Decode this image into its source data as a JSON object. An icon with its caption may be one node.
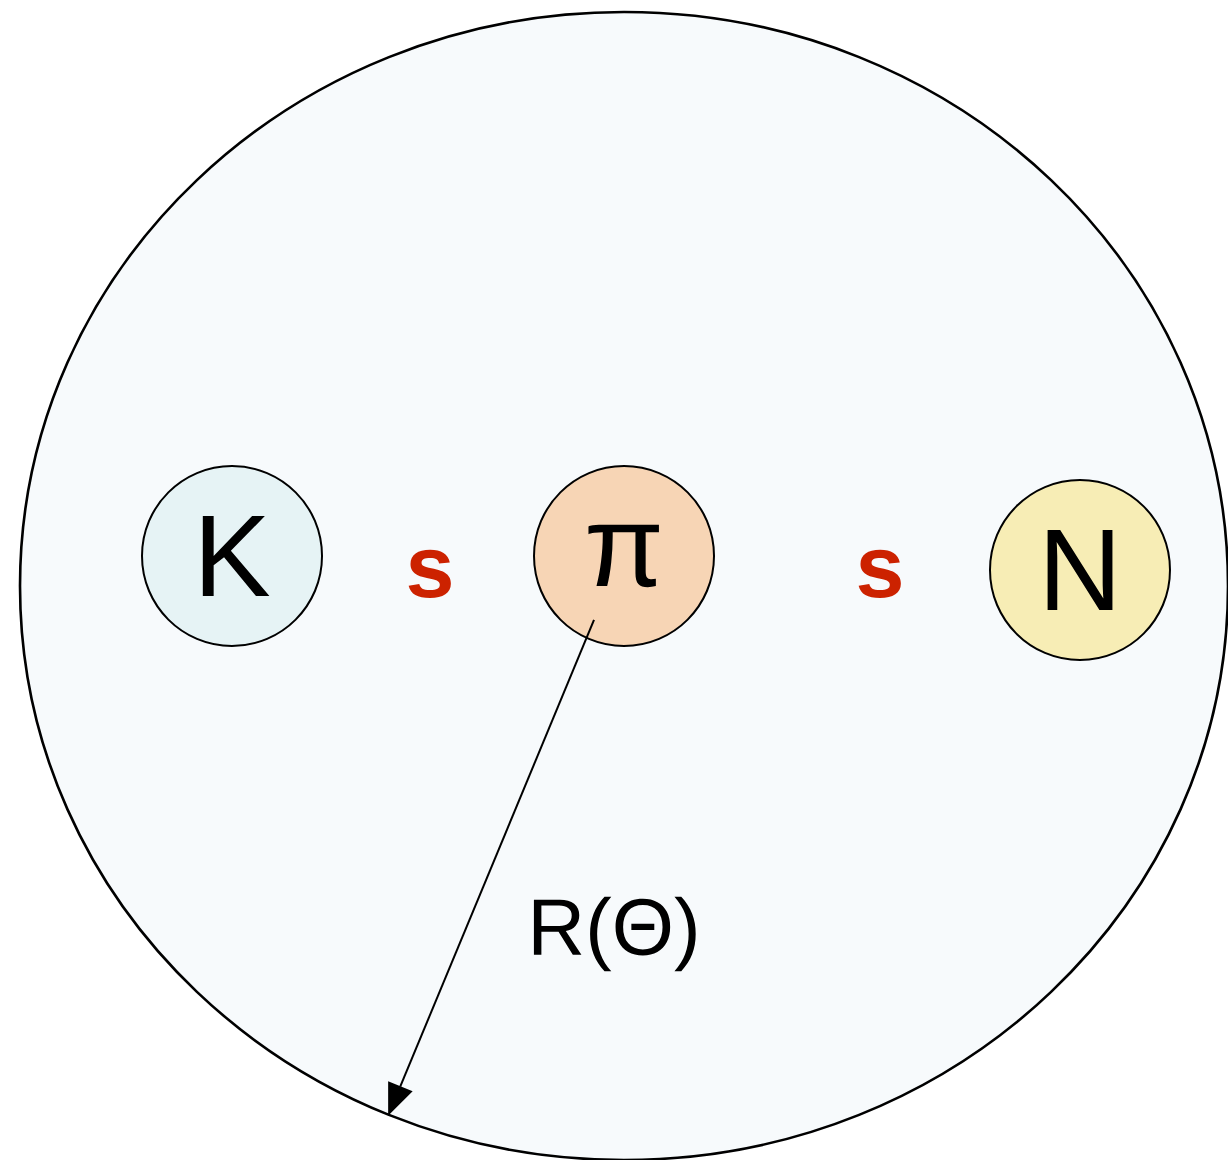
{
  "diagram": {
    "nodes": [
      {
        "text": [],
        "shape": "circle"
      },
      {
        "text": [
          "K"
        ],
        "in": 0
      },
      {
        "text": [
          "π"
        ],
        "in": 0
      },
      {
        "text": [
          "N"
        ],
        "in": 0
      }
    ],
    "edges": [
      {
        "from": 2,
        "to": 0,
        "arrow": "to",
        "label": "R(Θ)"
      }
    ],
    "labels": [
      "s",
      "s"
    ]
  }
}
